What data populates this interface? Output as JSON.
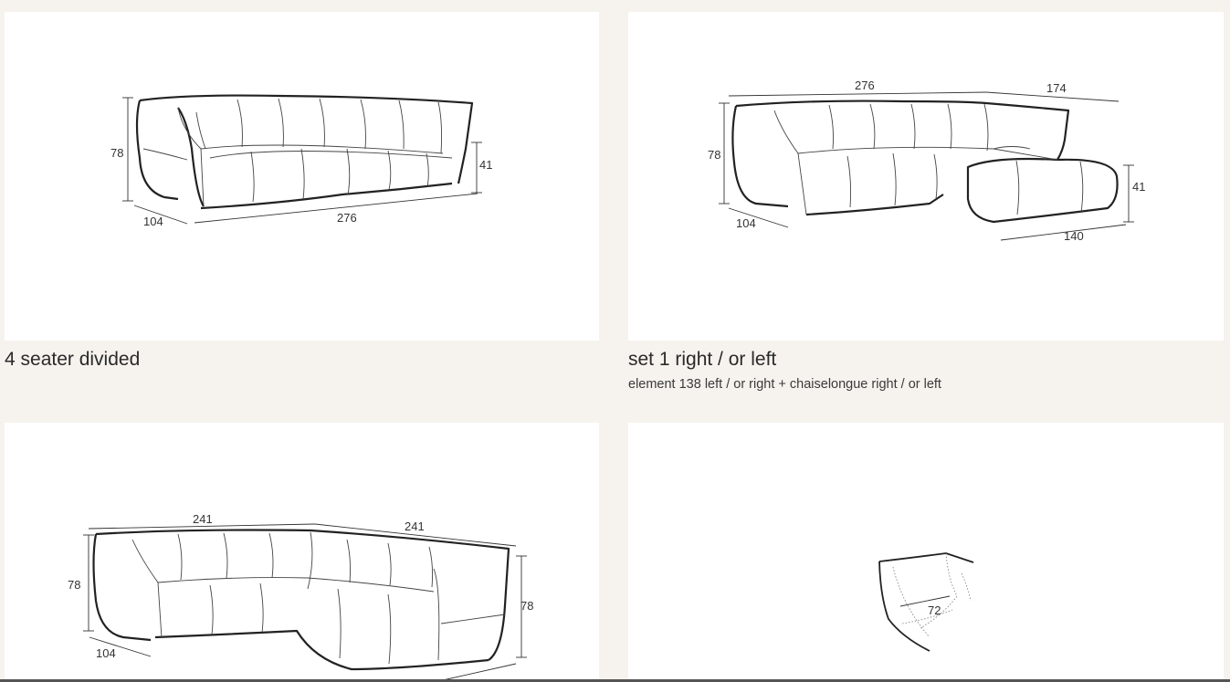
{
  "products": [
    {
      "title": "4 seater divided",
      "subtitle": "",
      "dimensions": {
        "height": "78",
        "seat_height": "41",
        "depth": "104",
        "width": "276"
      }
    },
    {
      "title": "set 1 right / or left",
      "subtitle": "element 138 left / or right + chaiselongue right / or left",
      "dimensions": {
        "height": "78",
        "seat_height": "41",
        "depth": "104",
        "width": "276",
        "chaise_width": "174",
        "chaise_depth": "140"
      }
    },
    {
      "title": "",
      "subtitle": "",
      "dimensions": {
        "height": "78",
        "height_right": "78",
        "depth": "104",
        "width_left": "241",
        "width_right": "241"
      }
    },
    {
      "title": "",
      "subtitle": "",
      "dimensions": {
        "width": "72"
      }
    }
  ]
}
